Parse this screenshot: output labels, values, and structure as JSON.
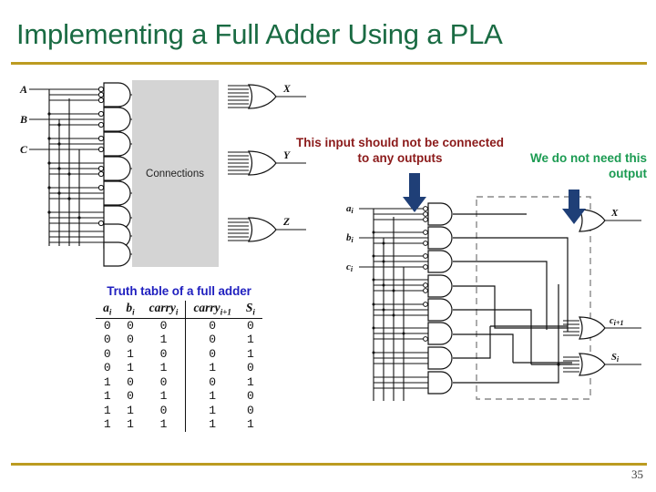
{
  "slide": {
    "title": "Implementing a Full Adder Using a PLA",
    "page_number": "35",
    "rule_color": "#BC9B21",
    "title_color": "#1A6B43"
  },
  "annotations": [
    {
      "id": "input-not-connected",
      "text": "This input should not be connected to any outputs",
      "color": "#8B1A1A"
    },
    {
      "id": "output-not-needed",
      "text": "We do not need this output",
      "color": "#1B9B52"
    }
  ],
  "arrows": {
    "color": "#1F3F77",
    "count": 2
  },
  "pla_generic": {
    "caption": "Connections",
    "inputs": [
      "A",
      "B",
      "C"
    ],
    "outputs": [
      "X",
      "Y",
      "Z"
    ],
    "and_gate_count": 8,
    "or_gate_count": 3,
    "box_fill": "#D4D4D4"
  },
  "pla_fulladder": {
    "inputs": [
      "a",
      "b",
      "c"
    ],
    "input_subscripts": [
      "i",
      "i",
      "i"
    ],
    "outputs": [
      {
        "label": "X",
        "sub": ""
      },
      {
        "label": "c",
        "sub": "i+1"
      },
      {
        "label": "S",
        "sub": "i"
      }
    ],
    "and_gate_count": 8,
    "or_gate_count": 3,
    "connection_box_style": "dashed"
  },
  "truth_table": {
    "caption": "Truth table of a full adder",
    "caption_color": "#1F1FBF",
    "headers": [
      {
        "base": "a",
        "sub": "i"
      },
      {
        "base": "b",
        "sub": "i"
      },
      {
        "base": "carry",
        "sub": "i"
      },
      {
        "base": "carry",
        "sub": "i+1"
      },
      {
        "base": "S",
        "sub": "i"
      }
    ],
    "separator_before_column": 3,
    "rows": [
      [
        "0",
        "0",
        "0",
        "0",
        "0"
      ],
      [
        "0",
        "0",
        "1",
        "0",
        "1"
      ],
      [
        "0",
        "1",
        "0",
        "0",
        "1"
      ],
      [
        "0",
        "1",
        "1",
        "1",
        "0"
      ],
      [
        "1",
        "0",
        "0",
        "0",
        "1"
      ],
      [
        "1",
        "0",
        "1",
        "1",
        "0"
      ],
      [
        "1",
        "1",
        "0",
        "1",
        "0"
      ],
      [
        "1",
        "1",
        "1",
        "1",
        "1"
      ]
    ]
  }
}
